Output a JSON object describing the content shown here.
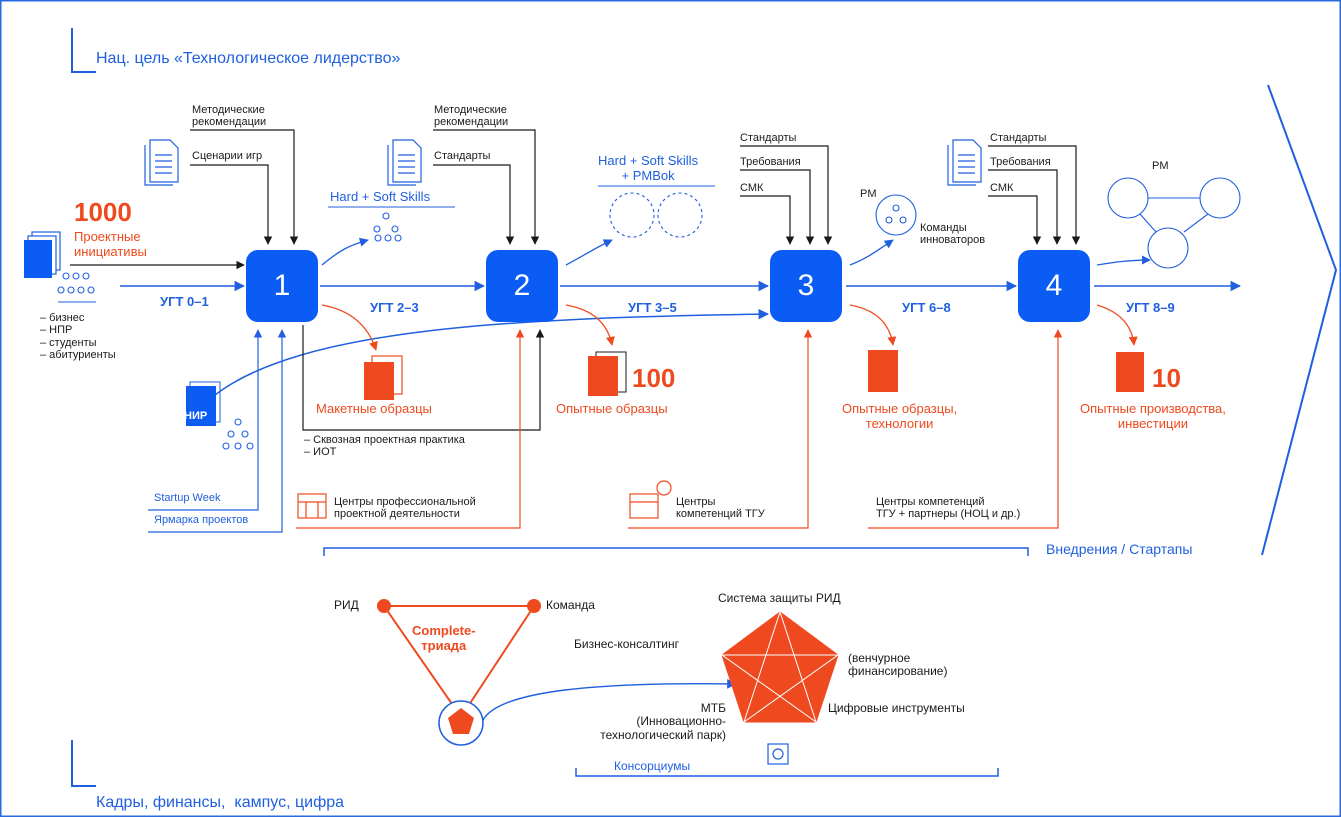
{
  "title_top": "Нац. цель «Технологическое лидерство»",
  "title_bottom": "Кадры, финансы,  кампус, цифра",
  "left": {
    "count": "1000",
    "label": "Проектные\nинициативы",
    "groups": "– бизнес\n– НПР\n– студенты\n– абитуриенты",
    "nir": "НИР",
    "startup_week": "Startup Week",
    "fair": "Ярмарка проектов"
  },
  "stages": [
    "1",
    "2",
    "3",
    "4"
  ],
  "ugt": [
    "УГТ 0–1",
    "УГТ 2–3",
    "УГТ 3–5",
    "УГТ 6–8",
    "УГТ 8–9"
  ],
  "inputs": {
    "s1_method": "Методические\nрекомендации",
    "s1_scen": "Сценарии игр",
    "s2_method": "Методические\nрекомендации",
    "s2_std": "Стандарты",
    "s3_std": "Стандарты",
    "s3_req": "Требования",
    "s3_smk": "СМК",
    "s4_std": "Стандарты",
    "s4_req": "Требования",
    "s4_smk": "СМК"
  },
  "outputs": {
    "hard_soft": "Hard + Soft Skills",
    "hard_soft_pmbok": "Hard + Soft Skills\n+ PMBok",
    "pm1": "PM",
    "pm2": "PM",
    "innov_teams": "Команды\nинноваторов"
  },
  "products": {
    "mockups": "Макетные образцы",
    "count100": "100",
    "prototypes": "Опытные образцы",
    "prototypes_tech": "Опытные образцы,\nтехнологии",
    "count10": "10",
    "pilot": "Опытные производства,\nинвестиции"
  },
  "practice": "– Сквозная проектная практика\n– ИОТ",
  "centers": {
    "c1": "Центры профессиональной\nпроектной деятельности",
    "c2": "Центры\nкомпетенций ТГУ",
    "c3": "Центры компетенций\nТГУ + партнеры (НОЦ и др.)"
  },
  "implementations": "Внедрения / Стартапы",
  "triad": {
    "rid": "РИД",
    "team": "Команда",
    "center": "Complete-\nтриада"
  },
  "pentagon": {
    "protection": "Система защиты РИД",
    "consulting": "Бизнес-консалтинг",
    "venture": "(венчурное\nфинансирование)",
    "digital": "Цифровые инструменты",
    "mtb": "МТБ\n(Инновационно-\nтехнологический парк)"
  },
  "consortia": "Консорциумы",
  "colors": {
    "blue": "#0b5cf5",
    "orange": "#ef4a1f",
    "dark": "#1a1a1a"
  }
}
